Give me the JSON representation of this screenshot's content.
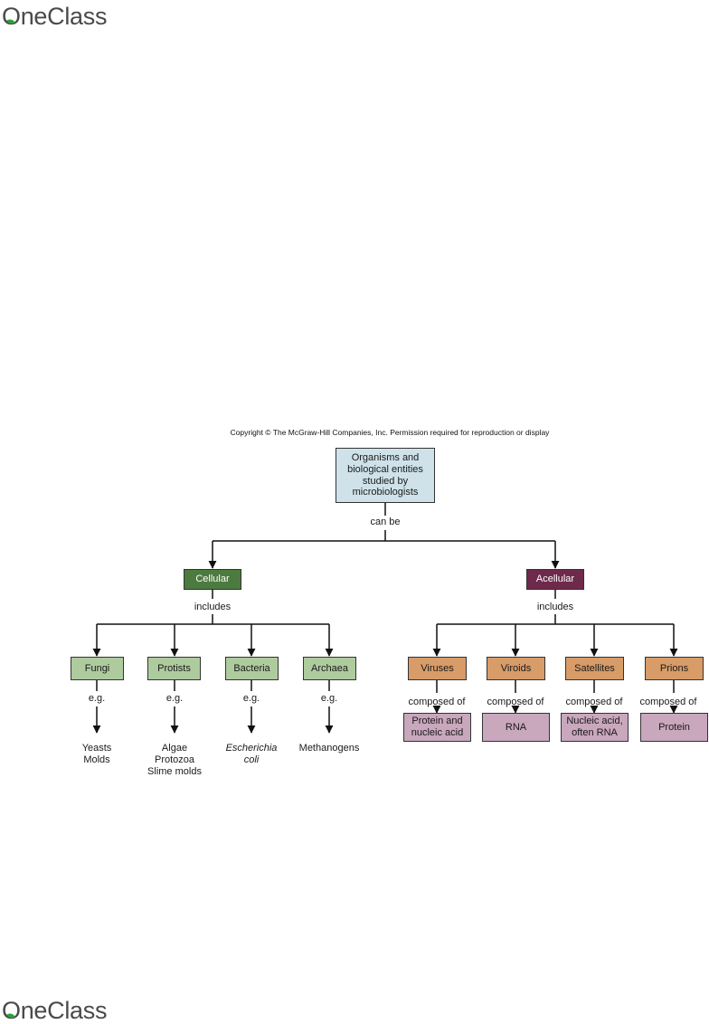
{
  "brand": {
    "logo_text": "OneClass",
    "leaf_color": "#2e9e3c"
  },
  "copyright": "Copyright © The McGraw-Hill Companies, Inc. Permission required for reproduction or display",
  "root": {
    "lines": [
      "Organisms and",
      "biological entities",
      "studied by",
      "microbiologists"
    ]
  },
  "root_connector": "can be",
  "cellular": {
    "label": "Cellular",
    "color": "#4d7a3f",
    "connector": "includes",
    "groups": [
      {
        "label": "Fungi",
        "relation": "e.g.",
        "examples": [
          "Yeasts",
          "Molds"
        ]
      },
      {
        "label": "Protists",
        "relation": "e.g.",
        "examples": [
          "Algae",
          "Protozoa",
          "Slime molds"
        ]
      },
      {
        "label": "Bacteria",
        "relation": "e.g.",
        "examples": [
          "Escherichia",
          "coli"
        ]
      },
      {
        "label": "Archaea",
        "relation": "e.g.",
        "examples": [
          "Methanogens"
        ]
      }
    ]
  },
  "acellular": {
    "label": "Acellular",
    "color": "#6e2a4a",
    "connector": "includes",
    "groups": [
      {
        "label": "Viruses",
        "relation": "composed of",
        "composition": [
          "Protein and",
          "nucleic acid"
        ]
      },
      {
        "label": "Viroids",
        "relation": "composed of",
        "composition": [
          "RNA"
        ]
      },
      {
        "label": "Satellites",
        "relation": "composed of",
        "composition": [
          "Nucleic acid,",
          "often RNA"
        ]
      },
      {
        "label": "Prions",
        "relation": "composed of",
        "composition": [
          "Protein"
        ]
      }
    ]
  }
}
